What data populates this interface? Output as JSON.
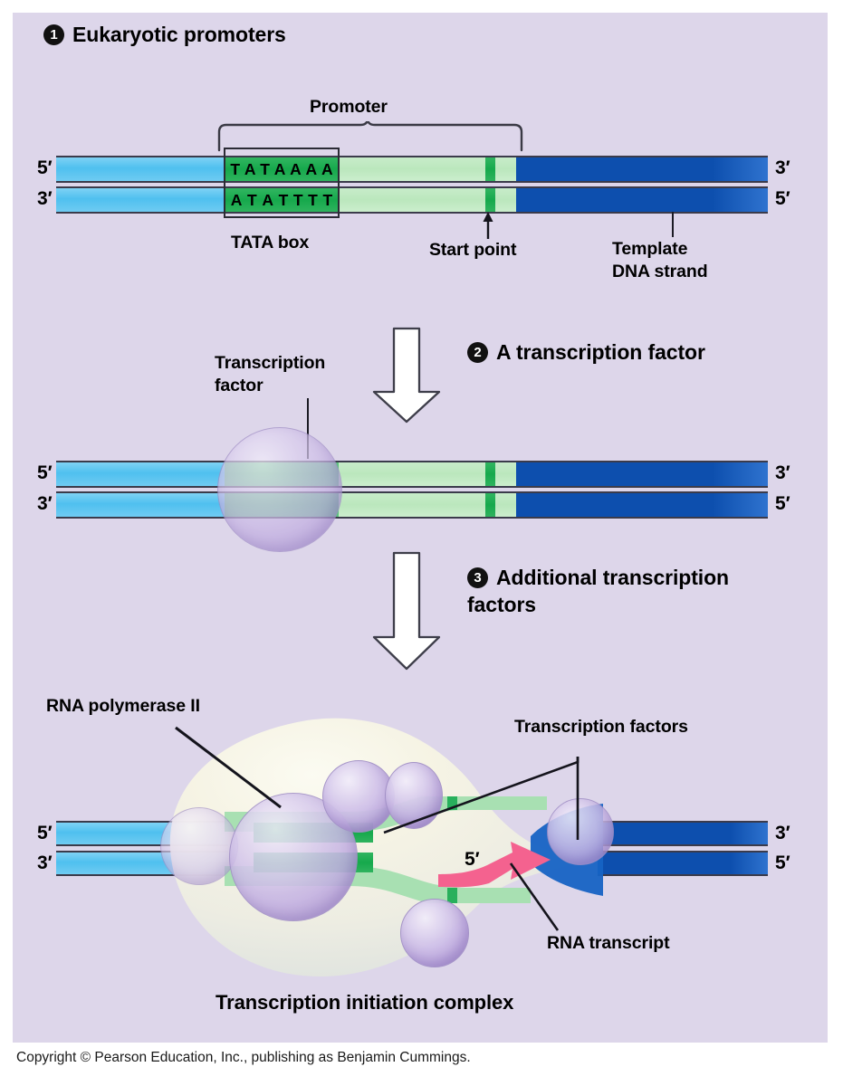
{
  "figure": {
    "caption": "Transcription initiation complex",
    "copyright": "Copyright © Pearson Education, Inc., publishing as Benjamin Cummings."
  },
  "steps": [
    {
      "number": "1",
      "title": "Eukaryotic promoters"
    },
    {
      "number": "2",
      "title": "A transcription factor"
    },
    {
      "number": "3",
      "title": "Additional transcription",
      "title_line2": "factors"
    }
  ],
  "panel1": {
    "promoter_label": "Promoter",
    "tata_box_label": "TATA box",
    "start_point_label": "Start point",
    "template_label_line1": "Template",
    "template_label_line2": "DNA strand",
    "tata_top_sequence": "TATAAAA",
    "tata_bottom_sequence": "ATATTTT",
    "end_left_top": "5′",
    "end_left_bottom": "3′",
    "end_right_top": "3′",
    "end_right_bottom": "5′"
  },
  "panel2": {
    "factor_label_line1": "Transcription",
    "factor_label_line2": "factor",
    "end_left_top": "5′",
    "end_left_bottom": "3′",
    "end_right_top": "3′",
    "end_right_bottom": "5′"
  },
  "panel3": {
    "polymerase_label": "RNA polymerase II",
    "factors_label": "Transcription factors",
    "transcript_label": "RNA transcript",
    "transcript_prime": "5′",
    "end_left_top": "5′",
    "end_left_bottom": "3′",
    "end_right_top": "3′",
    "end_right_bottom": "5′"
  },
  "colors": {
    "panel_background": "#ddd6ea",
    "dna_upstream_blue": "#4fc0ef",
    "dna_promoter_light_green": "#bbe7bd",
    "dna_tata_green": "#16a94c",
    "dna_template_dark_blue": "#0d4fae",
    "protein_purple": "#c3b0e2",
    "rna_transcript_pink": "#f4628f",
    "polymerase_cream": "#f7f6ea",
    "outline_dark": "#3b3b4b"
  }
}
